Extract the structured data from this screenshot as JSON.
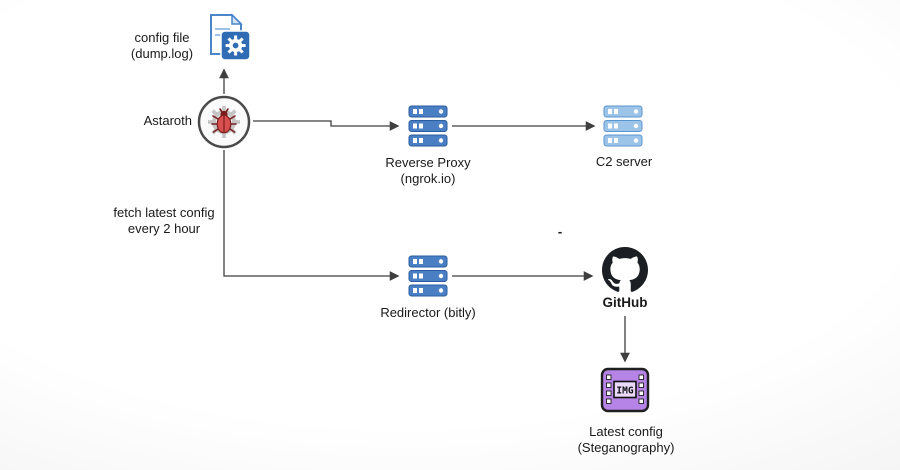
{
  "diagram": {
    "nodes": {
      "config_file": {
        "line1": "config file",
        "line2": "(dump.log)"
      },
      "astaroth": {
        "label": "Astaroth"
      },
      "reverse_proxy": {
        "line1": "Reverse Proxy",
        "line2": "(ngrok.io)"
      },
      "c2_server": {
        "label": "C2 server"
      },
      "redirector": {
        "label": "Redirector (bitly)"
      },
      "github": {
        "label": "GitHub"
      },
      "latest_config": {
        "line1": "Latest config",
        "line2": "(Steganography)",
        "icon_text": "IMG"
      }
    },
    "annotations": {
      "fetch_line1": "fetch latest config",
      "fetch_line2": "every 2 hour",
      "dash": "-"
    },
    "colors": {
      "server_blue": "#4a7fc4",
      "server_blue_border": "#2a5d9f",
      "server_light": "#9cc3e8",
      "server_light_border": "#5b97cf",
      "config_blue": "#2f6cb3",
      "bug_red": "#d94f4f",
      "github_black": "#1b1f23",
      "img_purple": "#b584e6",
      "arrow_gray": "#3f3f3f"
    }
  }
}
